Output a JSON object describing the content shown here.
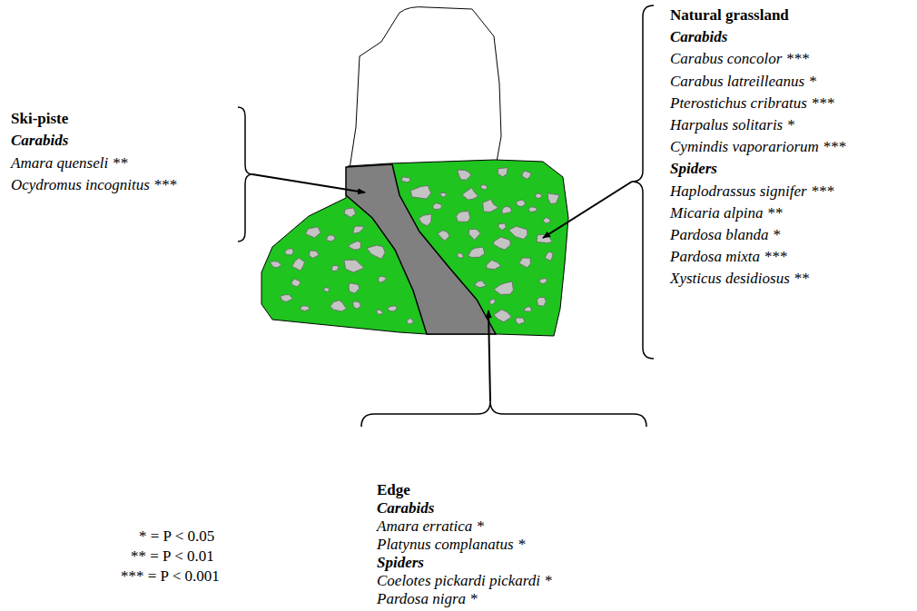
{
  "diagram": {
    "labels": [
      "Ski-piste",
      "Carabids",
      "Amara quenseli **",
      "Ocydromus incognitus ***",
      "Natural grassland",
      "Carabids",
      "Carabus concolor ***",
      "Carabus latreilleanus *",
      "Pterostichus cribratus ***",
      "Harpalus solitaris *",
      "Cymindis vaporariorum ***",
      "Spiders",
      "Haplodrassus signifer ***",
      "Micaria alpina **",
      "Pardosa blanda *",
      "Pardosa mixta ***",
      "Xysticus desidiosus **",
      "Edge",
      "Carabids",
      "Amara erratica *",
      "Platynus complanatus *",
      "Spiders",
      "Coelotes pickardi pickardi *",
      "Pardosa nigra *",
      "* = P < 0.05",
      "** = P < 0.01",
      "*** = P < 0.001"
    ]
  }
}
